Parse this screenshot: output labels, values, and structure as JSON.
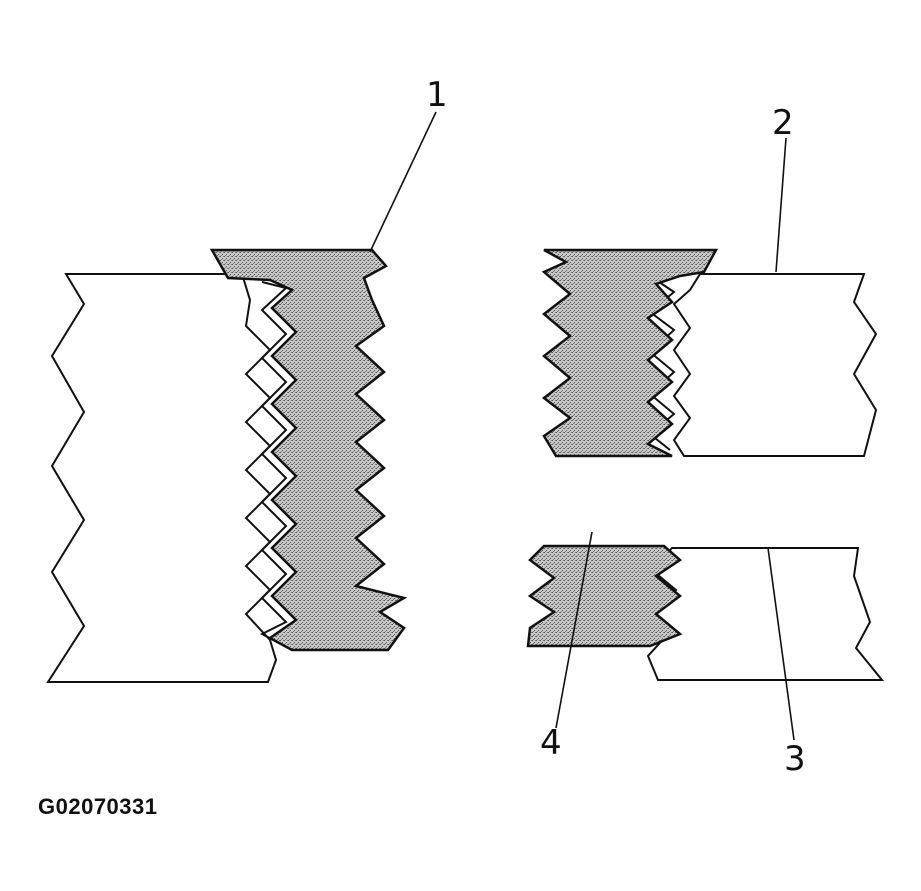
{
  "callouts": {
    "c1": "1",
    "c2": "2",
    "c3": "3",
    "c4": "4"
  },
  "figure_code": "G02070331",
  "colors": {
    "stroke": "#111111",
    "fill": "#9c9c9c"
  }
}
